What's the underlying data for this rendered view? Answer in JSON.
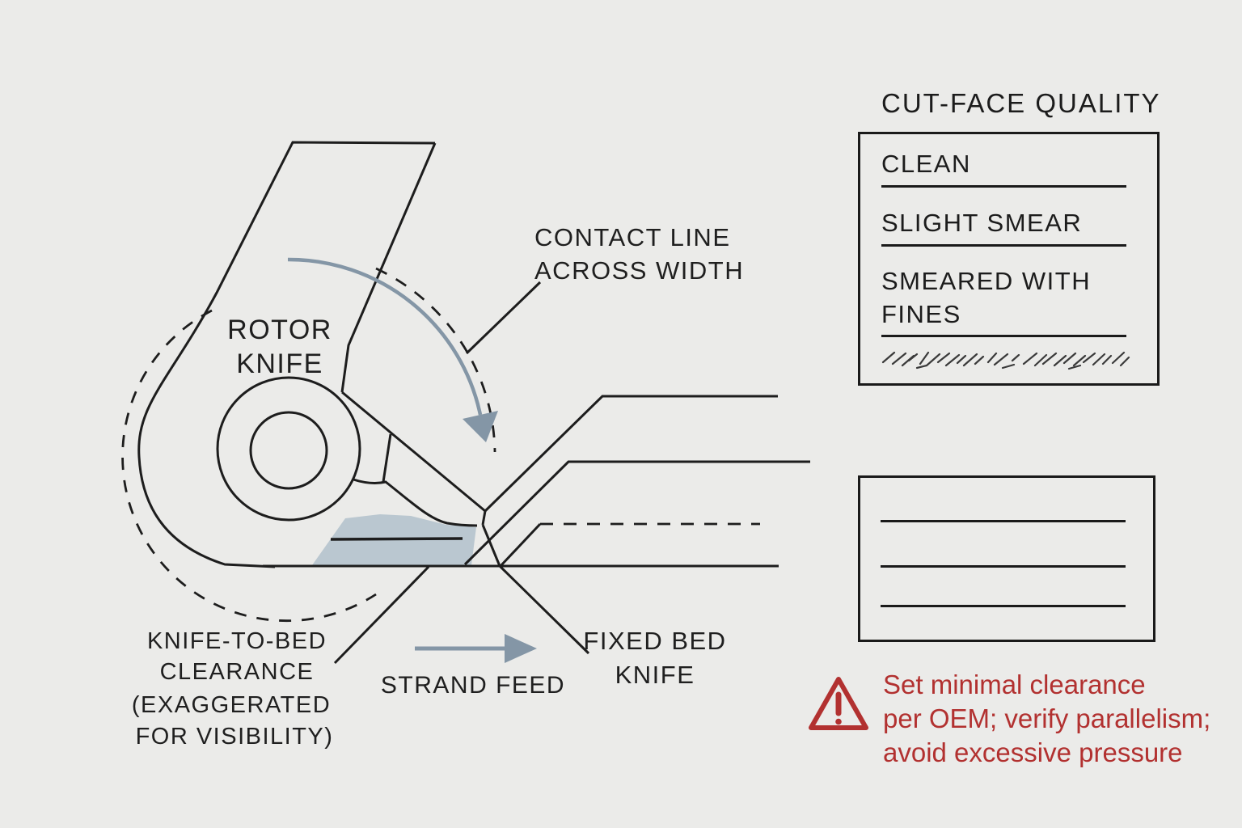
{
  "colors": {
    "background": "#ebebe9",
    "line": "#1d1d1d",
    "accent_blue_gray": "#8496a6",
    "clearance_fill": "#b5c3cd",
    "warning_red": "#b23130"
  },
  "diagram": {
    "labels": {
      "rotor": [
        "ROTOR",
        "KNIFE"
      ],
      "contact": [
        "CONTACT LINE",
        "ACROSS WIDTH"
      ],
      "clearance": [
        "KNIFE-TO-BED",
        "CLEARANCE",
        "(EXAGGERATED",
        "FOR VISIBILITY)"
      ],
      "strand_feed": "STRAND FEED",
      "fixed_bed": [
        "FIXED BED",
        "KNIFE"
      ]
    }
  },
  "quality_panel": {
    "title": "CUT-FACE QUALITY",
    "items": [
      {
        "lines": [
          "CLEAN"
        ]
      },
      {
        "lines": [
          "SLIGHT SMEAR"
        ]
      },
      {
        "lines": [
          "SMEARED WITH",
          "FINES"
        ]
      }
    ]
  },
  "warning": {
    "lines": [
      "Set minimal clearance",
      "per OEM; verify parallelism;",
      "avoid excessive pressure"
    ]
  }
}
